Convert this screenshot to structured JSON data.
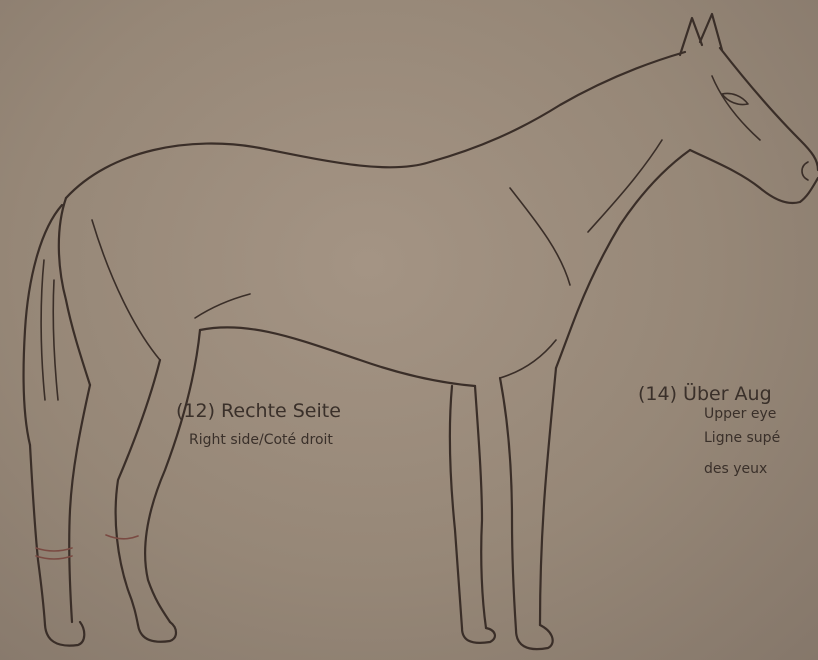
{
  "labels": {
    "right_side": {
      "main": "(12) Rechte Seite",
      "sub": "Right side/Coté droit"
    },
    "upper_eye": {
      "main": "(14) Über Aug",
      "sub_line1": "Upper eye",
      "sub_line2": "Ligne supé",
      "sub_line3": "des yeux"
    }
  },
  "colors": {
    "paper": "#968777",
    "ink": "#3a2e28",
    "leg_marking": "#7a4a42"
  }
}
